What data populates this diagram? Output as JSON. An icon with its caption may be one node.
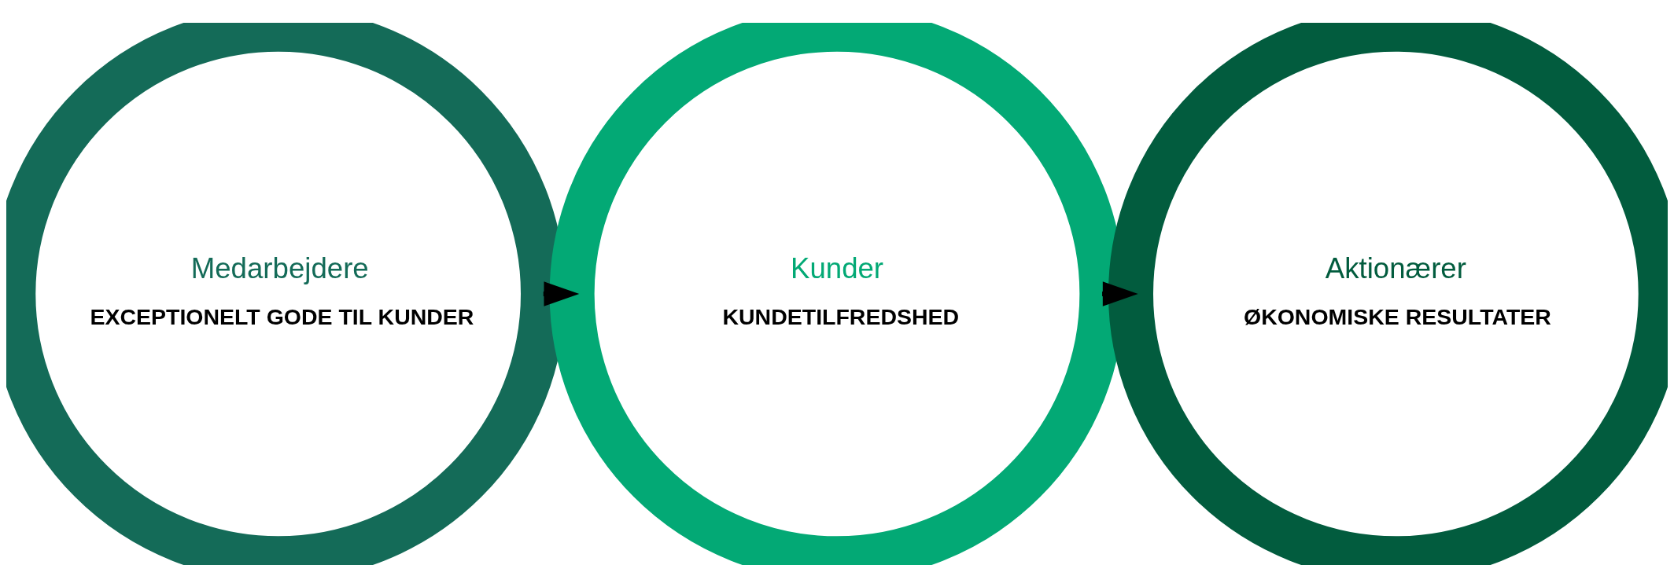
{
  "diagram": {
    "nodes": [
      {
        "text": [
          "Medarbejdere",
          "EXCEPTIONELT GODE TIL KUNDER"
        ]
      },
      {
        "text": [
          "Kunder",
          "KUNDETILFREDSHED"
        ]
      },
      {
        "text": [
          "Aktionærer",
          "ØKONOMISKE RESULTATER"
        ]
      }
    ],
    "edges": [
      {
        "from": 0,
        "to": 1,
        "arrow": "to"
      },
      {
        "from": 1,
        "to": 2,
        "arrow": "to"
      }
    ]
  }
}
